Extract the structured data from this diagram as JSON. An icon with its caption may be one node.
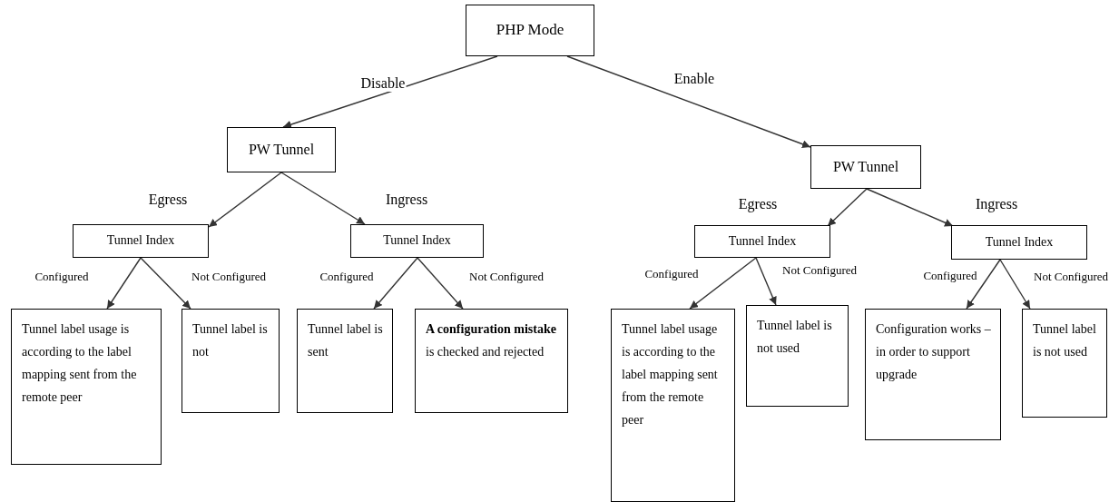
{
  "diagram": {
    "nodes": [
      {
        "text": [
          "PHP Mode"
        ]
      },
      {
        "text": [
          "PW Tunnel"
        ]
      },
      {
        "text": [
          "PW Tunnel"
        ]
      },
      {
        "text": [
          "Tunnel Index"
        ]
      },
      {
        "text": [
          "Tunnel Index"
        ]
      },
      {
        "text": [
          "Tunnel Index"
        ]
      },
      {
        "text": [
          "Tunnel Index"
        ]
      },
      {
        "text": [
          "Tunnel label usage is according to the label mapping sent from the remote peer"
        ]
      },
      {
        "text": [
          "Tunnel label is not"
        ]
      },
      {
        "text": [
          "Tunnel label is sent"
        ]
      },
      {
        "text": [
          "**A configuration mistake** is checked and rejected"
        ]
      },
      {
        "text": [
          "Tunnel label usage is according to the label mapping sent from the remote peer"
        ]
      },
      {
        "text": [
          "Tunnel label is not used"
        ]
      },
      {
        "text": [
          "Configuration works – in order to support upgrade"
        ]
      },
      {
        "text": [
          "Tunnel label is not used"
        ]
      }
    ],
    "edges": [
      {
        "from": 0,
        "to": 1,
        "arrow": "to",
        "label": "Disable"
      },
      {
        "from": 0,
        "to": 2,
        "arrow": "to",
        "label": "Enable"
      },
      {
        "from": 1,
        "to": 3,
        "arrow": "to",
        "label": "Egress"
      },
      {
        "from": 1,
        "to": 4,
        "arrow": "to",
        "label": "Ingress"
      },
      {
        "from": 2,
        "to": 5,
        "arrow": "to",
        "label": "Egress"
      },
      {
        "from": 2,
        "to": 6,
        "arrow": "to",
        "label": "Ingress"
      },
      {
        "from": 3,
        "to": 7,
        "arrow": "to",
        "label": "Configured"
      },
      {
        "from": 3,
        "to": 8,
        "arrow": "to",
        "label": "Not Configured"
      },
      {
        "from": 4,
        "to": 9,
        "arrow": "to",
        "label": "Configured"
      },
      {
        "from": 4,
        "to": 10,
        "arrow": "to",
        "label": "Not Configured"
      },
      {
        "from": 5,
        "to": 11,
        "arrow": "to",
        "label": "Configured"
      },
      {
        "from": 5,
        "to": 12,
        "arrow": "to",
        "label": "Not Configured"
      },
      {
        "from": 6,
        "to": 13,
        "arrow": "to",
        "label": "Configured"
      },
      {
        "from": 6,
        "to": 14,
        "arrow": "to",
        "label": "Not Configured"
      }
    ]
  }
}
